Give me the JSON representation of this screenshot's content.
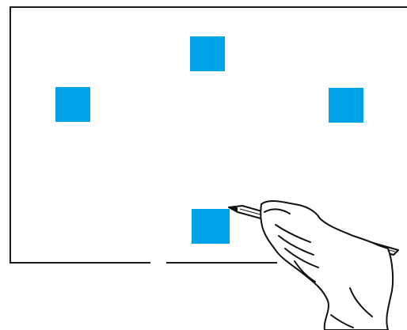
{
  "canvas": {
    "background": "#ffffff",
    "frame_color": "#1a1a1a"
  },
  "targets": {
    "color": "#00a3e8",
    "items": [
      {
        "id": "top"
      },
      {
        "id": "left"
      },
      {
        "id": "right"
      },
      {
        "id": "bottom"
      }
    ]
  },
  "pointer": {
    "icon": "hand-with-stylus-icon",
    "touching_target": "bottom"
  }
}
